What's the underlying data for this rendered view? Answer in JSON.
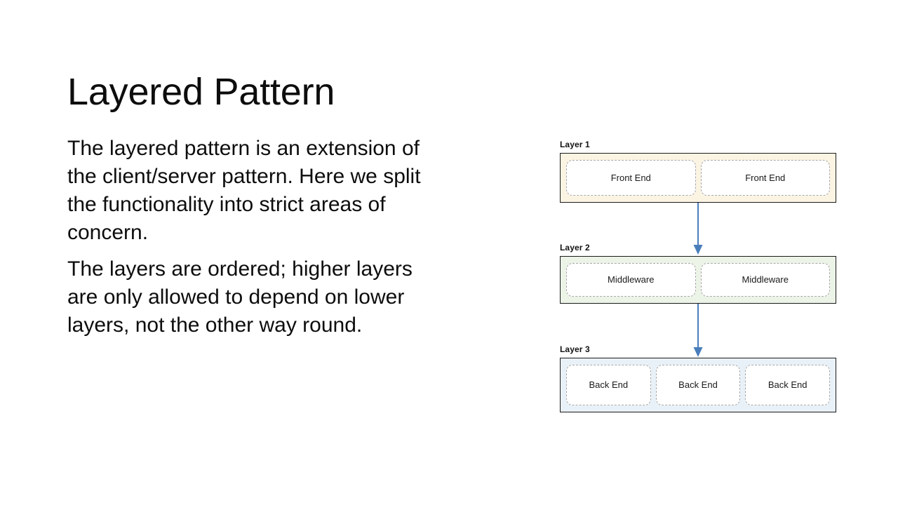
{
  "slide": {
    "title": "Layered Pattern",
    "background_color": "#FFFFFF",
    "text_color": "#0D0D0D"
  },
  "body": {
    "paragraphs": [
      "The layered pattern is an extension of the client/server pattern. Here we split the functionality into strict areas of concern.",
      "The layers are ordered; higher layers are only allowed to depend on lower layers, not the other way round."
    ]
  },
  "diagram": {
    "type": "layered-architecture",
    "layers": [
      {
        "label": "Layer 1",
        "fill_color": "#FCF4E3",
        "border_color": "#1A1A1A",
        "nodes": [
          {
            "label": "Front End"
          },
          {
            "label": "Front End"
          }
        ]
      },
      {
        "label": "Layer 2",
        "fill_color": "#ECF3E7",
        "border_color": "#1A1A1A",
        "nodes": [
          {
            "label": "Middleware"
          },
          {
            "label": "Middleware"
          }
        ]
      },
      {
        "label": "Layer 3",
        "fill_color": "#E9F1F8",
        "border_color": "#1A1A1A",
        "nodes": [
          {
            "label": "Back End"
          },
          {
            "label": "Back End"
          },
          {
            "label": "Back End"
          }
        ]
      }
    ],
    "connectors": [
      {
        "from": "Layer 1",
        "to": "Layer 2",
        "color": "#4A7EBB",
        "direction": "down"
      },
      {
        "from": "Layer 2",
        "to": "Layer 3",
        "color": "#4A7EBB",
        "direction": "down"
      }
    ],
    "node_style": {
      "fill_color": "#FFFFFF",
      "border_color": "#A8A8A8",
      "border_style": "dashed"
    }
  }
}
